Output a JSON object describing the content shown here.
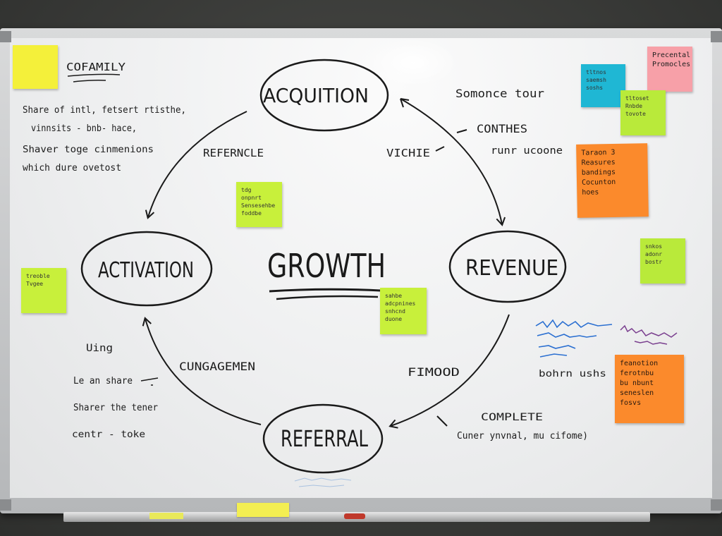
{
  "diagram": {
    "center_label": "GROWTH",
    "stages": [
      {
        "label": "ACQUITION"
      },
      {
        "label": "REVENUE"
      },
      {
        "label": "REFERRAL"
      },
      {
        "label": "ACTIVATION"
      }
    ],
    "arrow_labels": {
      "acquisition_to_activation": "REFERNCLE",
      "acquisition_to_revenue": "VICHIE",
      "activation_to_referral": "CUNGAGEMEN",
      "revenue_to_referral": "FIMOOD"
    }
  },
  "notes_text": {
    "top_left_heading": "COFAMILY",
    "left_block": [
      "Share of intl, fetsert rtisthe,",
      "vinnsits - bnb- hace,",
      "Shaver toge cinmenions",
      "which dure ovetost"
    ],
    "left_bottom": [
      "Uing",
      "Le an share",
      "Sharer the tener",
      "centr - toke"
    ],
    "top_right": [
      "Somonce tour",
      "CONTHES",
      "runr ucoone"
    ],
    "bottom_right": [
      "COMPLETE",
      "Cuner ynvnal, mu cifome)"
    ],
    "right_middle": [
      "bohrn ushs"
    ]
  },
  "sticky_notes": [
    {
      "id": "yellow-top-left",
      "color": "#f4f03a",
      "text": ""
    },
    {
      "id": "cyan-top-right",
      "color": "#1fb7d4",
      "text": "tltnos\nsaemsh\nsoshs"
    },
    {
      "id": "pink-top-right",
      "color": "#f7a0a8",
      "text": "Precental\nPromocles"
    },
    {
      "id": "green-top-right",
      "color": "#b9ea3a",
      "text": "tltoset\nRnbde\ntovote"
    },
    {
      "id": "orange-right",
      "color": "#fb8a2c",
      "text": "Taraon 3\nReasures\nbandings\nCocunton\nhoes"
    },
    {
      "id": "green-center-top",
      "color": "#c8f03b",
      "text": "tdg\nonpnrt\nSensesehbe\nfoddbe"
    },
    {
      "id": "green-left",
      "color": "#c8f03b",
      "text": "treoble\nTvgee"
    },
    {
      "id": "green-center",
      "color": "#c8f03b",
      "text": "sahbe\nadcpnines\nsnhcnd\nduone"
    },
    {
      "id": "green-right-middle",
      "color": "#b9ea3a",
      "text": "snkos\nadonr\nbostr"
    },
    {
      "id": "orange-bottom-right",
      "color": "#fb8a2c",
      "text": "feanotion\nferotnbu\nbu nbunt\nseneslen\nfosvs"
    }
  ],
  "colors": {
    "ink": "#1a1a1a",
    "blue_ink": "#2a6fd1",
    "purple_ink": "#7a3f8f"
  }
}
